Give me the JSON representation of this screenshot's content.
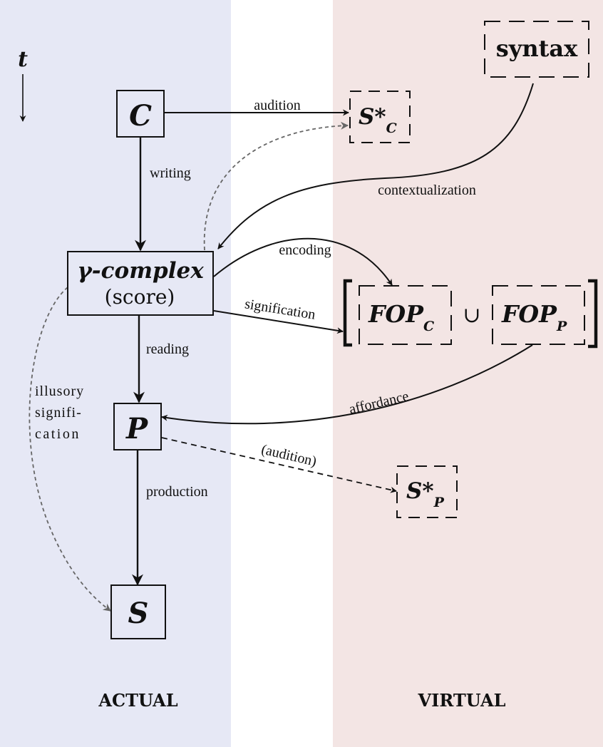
{
  "time_axis": {
    "symbol": "t"
  },
  "regions": {
    "actual": {
      "label": "ACTUAL",
      "color": "#e6e8f5"
    },
    "virtual": {
      "label": "VIRTUAL",
      "color": "#f3e5e4"
    }
  },
  "nodes": {
    "c": {
      "label": "C"
    },
    "gamma": {
      "line1": "γ-complex",
      "line2": "(score)"
    },
    "p": {
      "label": "P"
    },
    "s": {
      "label": "S"
    },
    "syntax": {
      "label": "syntax"
    },
    "sc": {
      "main": "S*",
      "sub": "C"
    },
    "sp": {
      "main": "S*",
      "sub": "P"
    },
    "fopc": {
      "main": "FOP",
      "sub": "C"
    },
    "fopp": {
      "main": "FOP",
      "sub": "P"
    },
    "union": {
      "symbol": "∪"
    }
  },
  "edges": {
    "audition": "audition",
    "writing": "writing",
    "contextualization": "contextualization",
    "encoding": "encoding",
    "signification": "signification",
    "reading": "reading",
    "affordance": "affordance",
    "illusory": [
      "illusory",
      "signifi-",
      "cation"
    ],
    "audition_p": "(audition)",
    "production": "production"
  }
}
